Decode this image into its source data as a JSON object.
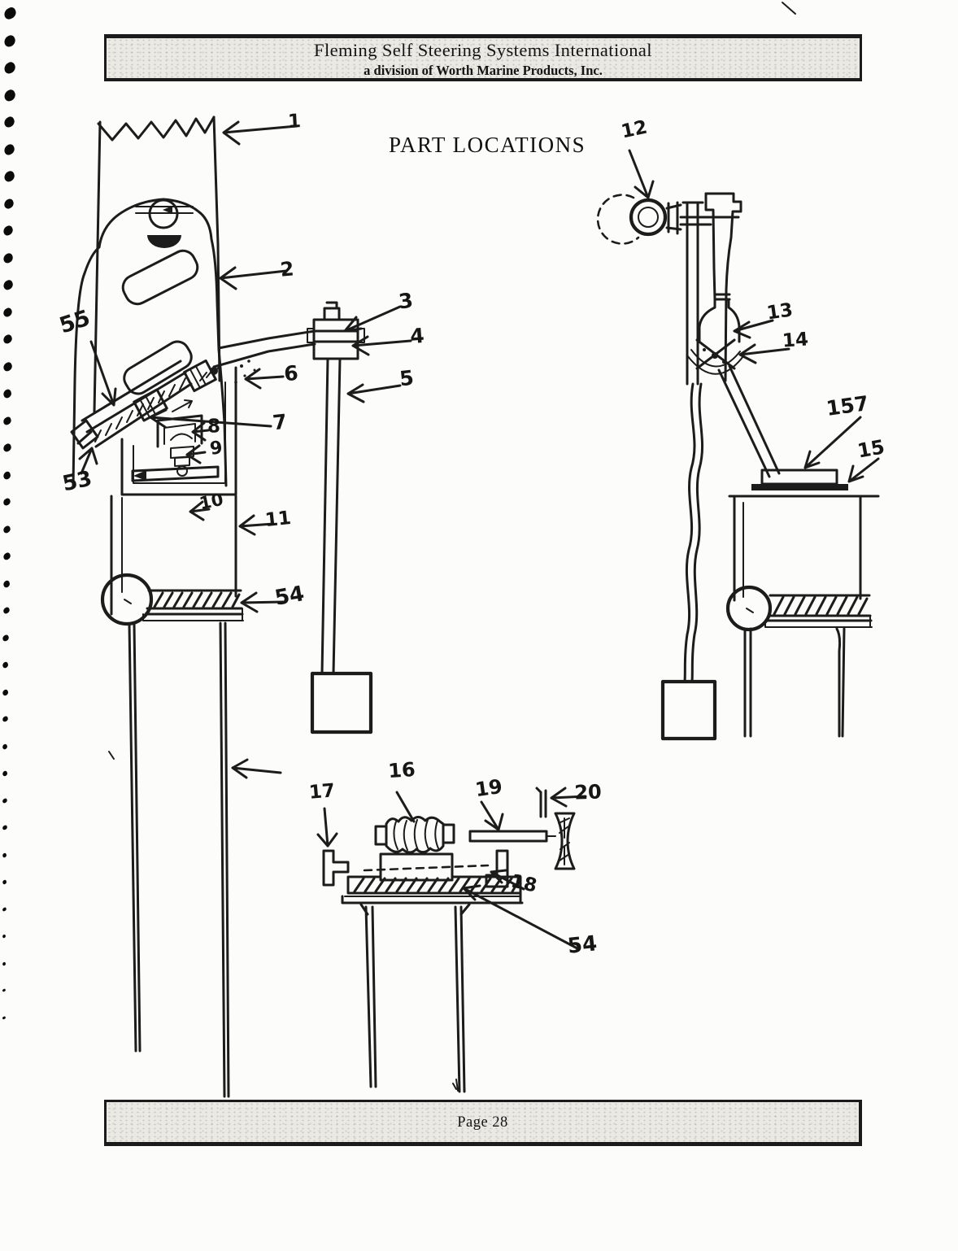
{
  "header": {
    "company": "Fleming Self Steering Systems International",
    "division": "a division of Worth Marine Products, Inc."
  },
  "title": "PART LOCATIONS",
  "footer": {
    "page_label": "Page 28"
  },
  "part_labels": {
    "n1": "1",
    "n2": "2",
    "n3": "3",
    "n4": "4",
    "n5": "5",
    "n6": "6",
    "n7": "7",
    "n8": "8",
    "n9": "9",
    "n10": "10",
    "n11": "11",
    "n12": "12",
    "n13": "13",
    "n14": "14",
    "n15": "15",
    "n16": "16",
    "n17": "17",
    "n18": "18",
    "n19": "19",
    "n20": "20",
    "n53": "53",
    "n54": "54",
    "n55": "55",
    "n157": "157"
  }
}
